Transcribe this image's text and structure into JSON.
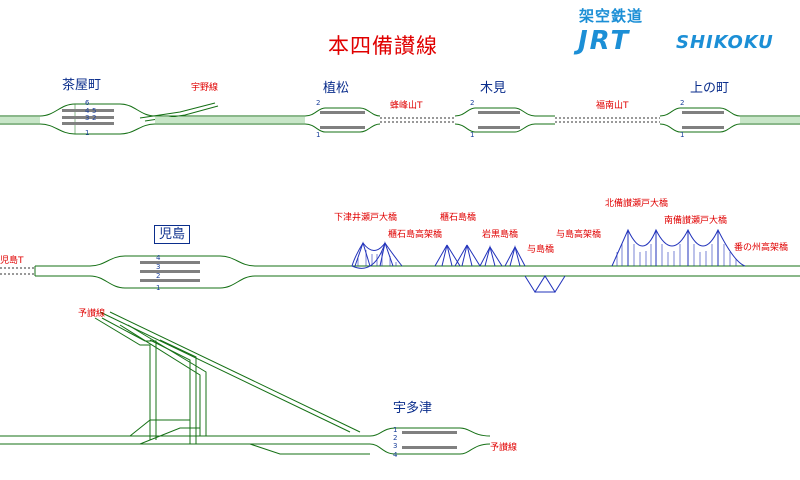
{
  "title": "本四備讃線",
  "brand": {
    "jp": "架空鉄道",
    "jrt": "JRT",
    "shikoku": "SHIKOKU"
  },
  "stations": {
    "chayamachi": "茶屋町",
    "uematsu": "植松",
    "kirumi": "木見",
    "kaminocho": "上の町",
    "kojima": "児島",
    "utazu": "宇多津"
  },
  "labels": {
    "uno_line": "宇野線",
    "hachimine_tunnel": "蜂峰山T",
    "fukunan_tunnel": "福南山T",
    "kojima_tunnel": "児島T",
    "shimotsui_bridge": "下津井瀬戸大橋",
    "hitsuishi_viaduct": "櫃石島高架橋",
    "hitsuishi_bridge": "櫃石島橋",
    "iwakuro_bridge": "岩黒島橋",
    "yoshima_bridge": "与島橋",
    "yoshima_viaduct": "与島高架橋",
    "kita_bisan_bridge": "北備讃瀬戸大橋",
    "minami_bisan_bridge": "南備讃瀬戸大橋",
    "bannosu_viaduct": "番の州高架橋",
    "yosan_line_top": "予讃線",
    "yosan_line_right": "予讃線"
  },
  "tracks": {
    "chayamachi": [
      "6",
      "5",
      "4",
      "3",
      "2",
      "1"
    ],
    "uematsu": [
      "2",
      "1"
    ],
    "kirumi": [
      "2",
      "1"
    ],
    "kaminocho": [
      "2",
      "1"
    ],
    "kojima": [
      "4",
      "3",
      "2",
      "1"
    ],
    "utazu": [
      "1",
      "2",
      "3",
      "4"
    ]
  },
  "colors": {
    "track_fill": "#c8e6c8",
    "track_line": "#157015",
    "bridge": "#2233bb",
    "label_red": "#e00000",
    "station_blue": "#0b2e8c"
  }
}
